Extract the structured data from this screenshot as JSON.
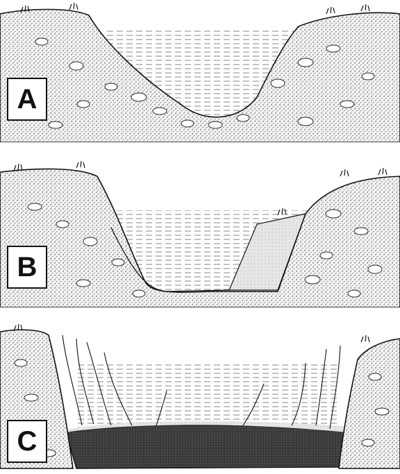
{
  "panels": [
    {
      "label": "A",
      "stage": "open-water"
    },
    {
      "label": "B",
      "stage": "partial-infill"
    },
    {
      "label": "C",
      "stage": "vegetated-infill"
    }
  ],
  "colors": {
    "ink": "#111111",
    "soil_fill": "#f2f2f2",
    "water_line": "#555555",
    "sediment_light": "#dcdcdc",
    "sediment_dark": "#3a3a3a",
    "background": "#ffffff"
  }
}
